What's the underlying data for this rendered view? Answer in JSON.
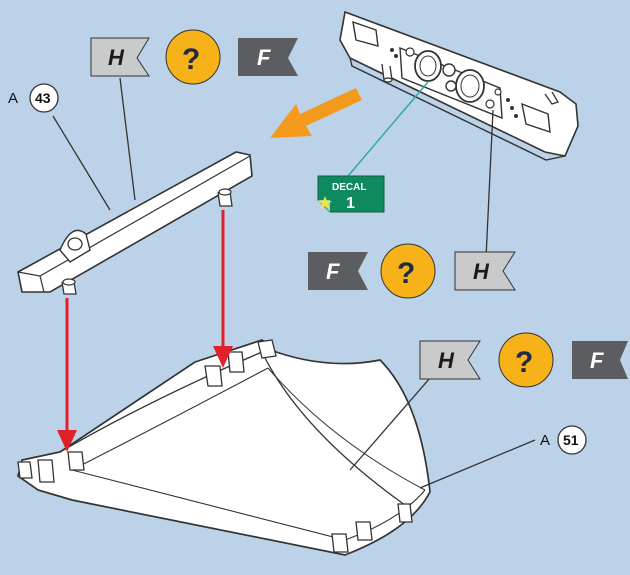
{
  "colors": {
    "background": "#bcd2e8",
    "part_fill": "#ffffff",
    "part_stroke": "#333333",
    "flag_h_fill": "#c9cacb",
    "flag_f_fill": "#5b5d60",
    "question_fill": "#f7b21a",
    "direction_arrow": "#f39a1c",
    "assembly_arrow": "#e0202a",
    "decal_green": "#0f8a5f",
    "decal_star": "#f2e24a",
    "leader_teal": "#2aa6a6"
  },
  "icons": {
    "flag_h": "flag-h-icon",
    "flag_f": "flag-f-icon",
    "question": "question-mark-icon",
    "decal": "decal-icon",
    "arrow": "direction-arrow-icon"
  },
  "badges": {
    "top": {
      "h": "H",
      "q": "?",
      "f": "F"
    },
    "mid": {
      "h": "H",
      "q": "?",
      "f": "F"
    },
    "bottom": {
      "h": "H",
      "q": "?",
      "f": "F"
    }
  },
  "parts": {
    "part43": {
      "prefix": "A",
      "number": "43"
    },
    "part51": {
      "prefix": "A",
      "number": "51"
    }
  },
  "decal": {
    "label": "DECAL",
    "number": "1"
  }
}
